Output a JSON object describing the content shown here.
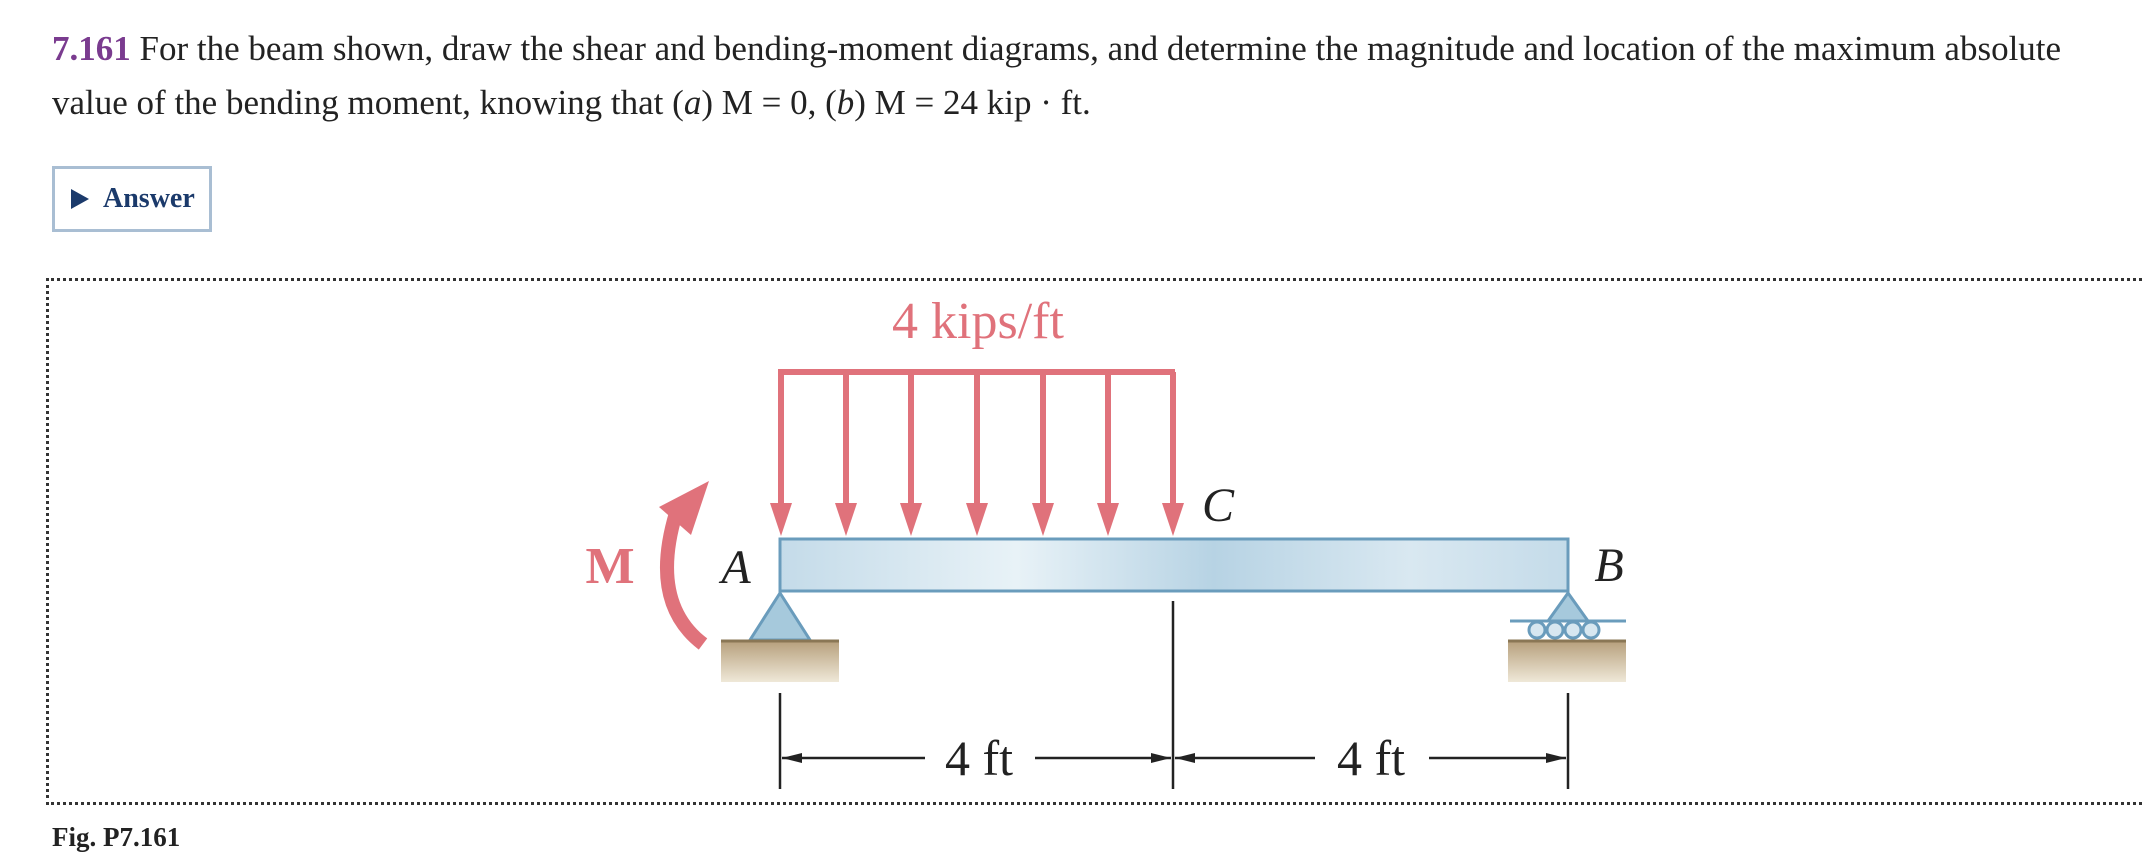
{
  "problem": {
    "number": "7.161",
    "text_1": " For the beam shown, draw the shear and bending-moment diagrams, and determine the magnitude and location of the maximum absolute value of the bending moment, knowing that (",
    "case_a": "a",
    "text_2": ") M = 0, (",
    "case_b": "b",
    "text_3": ") M = 24 kip · ft."
  },
  "answer_button": {
    "label": "Answer"
  },
  "figure": {
    "load_label": "4 kips/ft",
    "moment_label": "M",
    "point_a": "A",
    "point_b": "B",
    "point_c": "C",
    "dim_left": "4 ft",
    "dim_right": "4 ft",
    "caption": "Fig. P7.161"
  },
  "colors": {
    "accent_purple": "#7a3b8f",
    "answer_blue": "#1b3a6b",
    "load_red": "#e0727b",
    "beam_fill": "#c9dfeb",
    "beam_stroke": "#6a9cbc",
    "ground": "#cfc3a6"
  }
}
